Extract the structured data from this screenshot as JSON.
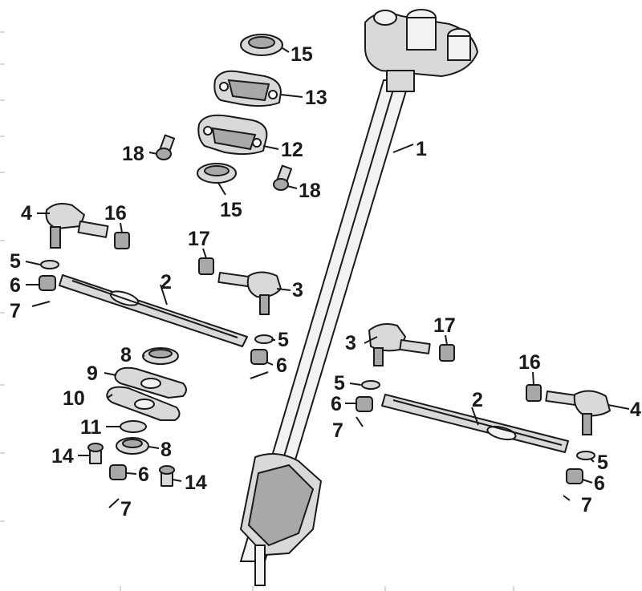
{
  "callouts": [
    {
      "id": "c1",
      "label": "1"
    },
    {
      "id": "c2a",
      "label": "2"
    },
    {
      "id": "c2b",
      "label": "2"
    },
    {
      "id": "c3a",
      "label": "3"
    },
    {
      "id": "c3b",
      "label": "3"
    },
    {
      "id": "c4a",
      "label": "4"
    },
    {
      "id": "c4b",
      "label": "4"
    },
    {
      "id": "c5a",
      "label": "5"
    },
    {
      "id": "c5b",
      "label": "5"
    },
    {
      "id": "c5c",
      "label": "5"
    },
    {
      "id": "c5d",
      "label": "5"
    },
    {
      "id": "c6a",
      "label": "6"
    },
    {
      "id": "c6b",
      "label": "6"
    },
    {
      "id": "c6c",
      "label": "6"
    },
    {
      "id": "c6d",
      "label": "6"
    },
    {
      "id": "c6e",
      "label": "6"
    },
    {
      "id": "c7a",
      "label": "7"
    },
    {
      "id": "c7b",
      "label": "7"
    },
    {
      "id": "c7c",
      "label": "7"
    },
    {
      "id": "c7d",
      "label": "7"
    },
    {
      "id": "c8a",
      "label": "8"
    },
    {
      "id": "c8b",
      "label": "8"
    },
    {
      "id": "c9",
      "label": "9"
    },
    {
      "id": "c10",
      "label": "10"
    },
    {
      "id": "c11",
      "label": "11"
    },
    {
      "id": "c12",
      "label": "12"
    },
    {
      "id": "c13",
      "label": "13"
    },
    {
      "id": "c14a",
      "label": "14"
    },
    {
      "id": "c14b",
      "label": "14"
    },
    {
      "id": "c15a",
      "label": "15"
    },
    {
      "id": "c15b",
      "label": "15"
    },
    {
      "id": "c16a",
      "label": "16"
    },
    {
      "id": "c16b",
      "label": "16"
    },
    {
      "id": "c17a",
      "label": "17"
    },
    {
      "id": "c17b",
      "label": "17"
    },
    {
      "id": "c18a",
      "label": "18"
    },
    {
      "id": "c18b",
      "label": "18"
    }
  ]
}
